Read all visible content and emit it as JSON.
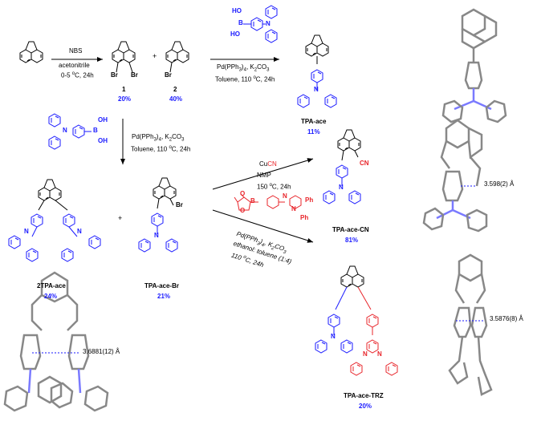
{
  "conditions": {
    "nbs": {
      "line1": "NBS",
      "line2": "acetonitrile",
      "line3": "0-5 ",
      "line3_sup": "o",
      "line3_tail": "C, 24h"
    },
    "suzuki_top": {
      "line1": "Pd(PPh",
      "line1_sub": "3",
      "line1_tail": ")",
      "line1_sub2": "4",
      "line1_end": ", K",
      "line1_sub3": "2",
      "line1_end2": "CO",
      "line1_sub4": "3",
      "line2": "Toluene, 110 ",
      "line2_sup": "o",
      "line2_tail": "C, 24h"
    },
    "suzuki_mid": {
      "line1": "Pd(PPh",
      "line1_sub": "3",
      "line1_tail": ")",
      "line1_sub2": "4",
      "line1_end": ", K",
      "line1_sub3": "2",
      "line1_end2": "CO",
      "line1_sub4": "3",
      "line2": "Toluene, 110 ",
      "line2_sup": "o",
      "line2_tail": "C, 24h"
    },
    "cyanation": {
      "line1a": "Cu",
      "line1b": "CN",
      "line2": "NMP",
      "line3": "150 ",
      "line3_sup": "o",
      "line3_tail": "C, 24h"
    },
    "trz": {
      "line1": "Pd(PPh",
      "line1_sub": "3",
      "line1_tail": ")",
      "line1_sub2": "4",
      "line1_end": ", K",
      "line1_sub3": "2",
      "line1_end2": "CO",
      "line1_sub4": "3",
      "line2": "ethanol: toluene (1:4)",
      "line3": "110 ",
      "line3_sup": "o",
      "line3_tail": "C, 24h"
    }
  },
  "atoms": {
    "br": "Br",
    "n": "N",
    "b": "B",
    "oh": "OH",
    "ho": "HO",
    "o": "O",
    "cn": "CN",
    "ph": "Ph",
    "plus": "+"
  },
  "compounds": {
    "c1": {
      "name": "1",
      "yield": "20%"
    },
    "c2": {
      "name": "2",
      "yield": "40%"
    },
    "tpa_ace": {
      "name": "TPA-ace",
      "yield": "11%"
    },
    "two_tpa_ace": {
      "name": "2TPA-ace",
      "yield": "24%"
    },
    "tpa_ace_br": {
      "name": "TPA-ace-Br",
      "yield": "21%"
    },
    "tpa_ace_cn": {
      "name": "TPA-ace-CN",
      "yield": "81%"
    },
    "tpa_ace_trz": {
      "name": "TPA-ace-TRZ",
      "yield": "20%"
    }
  },
  "distances": {
    "cn": "3.598(2) Å",
    "trz": "3.5876(8) Å",
    "two_tpa": "3.6881(12) Å"
  },
  "colors": {
    "blue": "#1a1aff",
    "red": "#e8242a",
    "black": "#000000",
    "crystal": "#888888"
  }
}
